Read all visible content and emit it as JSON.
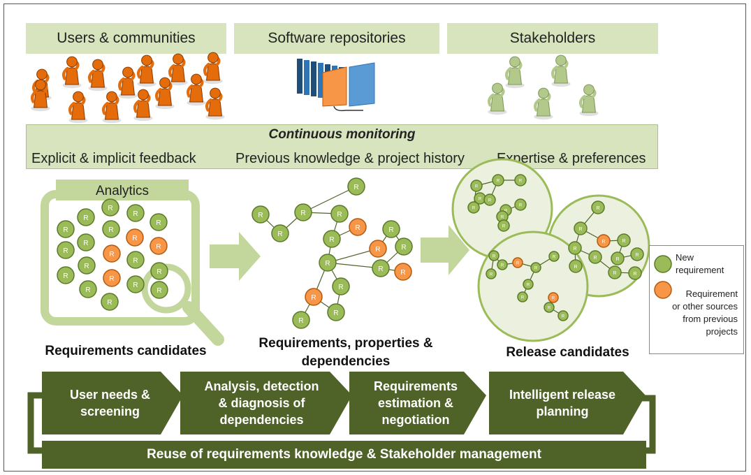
{
  "sources": {
    "users": "Users & communities",
    "repositories": "Software repositories",
    "stakeholders": "Stakeholders"
  },
  "monitoring": {
    "title": "Continuous monitoring",
    "items": [
      "Explicit & implicit feedback",
      "Previous knowledge & project history",
      "Expertise & preferences"
    ]
  },
  "analytics_label": "Analytics",
  "node_label": "R",
  "captions": {
    "candidates": "Requirements candidates",
    "properties_line1": "Requirements, properties &",
    "properties_line2": "dependencies",
    "release": "Release candidates"
  },
  "legend": {
    "new_line1": "New",
    "new_line2": "requirement",
    "other_line1": "Requirement",
    "other_line2": "or other sources",
    "other_line3": "from previous",
    "other_line4": "projects"
  },
  "process": {
    "steps": [
      {
        "line1": "User needs &",
        "line2": "screening",
        "line3": ""
      },
      {
        "line1": "Analysis, detection",
        "line2": "& diagnosis of",
        "line3": "dependencies"
      },
      {
        "line1": "Requirements",
        "line2": "estimation &",
        "line3": "negotiation"
      },
      {
        "line1": "Intelligent release",
        "line2": "planning",
        "line3": ""
      }
    ],
    "bottom": "Reuse of requirements knowledge  &  Stakeholder management"
  },
  "colors": {
    "light_green": "#d7e4bd",
    "node_green": "#9bbb59",
    "node_orange": "#f79646",
    "dark_green": "#4f6228",
    "arrow_green": "#c3d69b",
    "person_orange": "#e46c0a",
    "person_green": "#b3c98b"
  }
}
